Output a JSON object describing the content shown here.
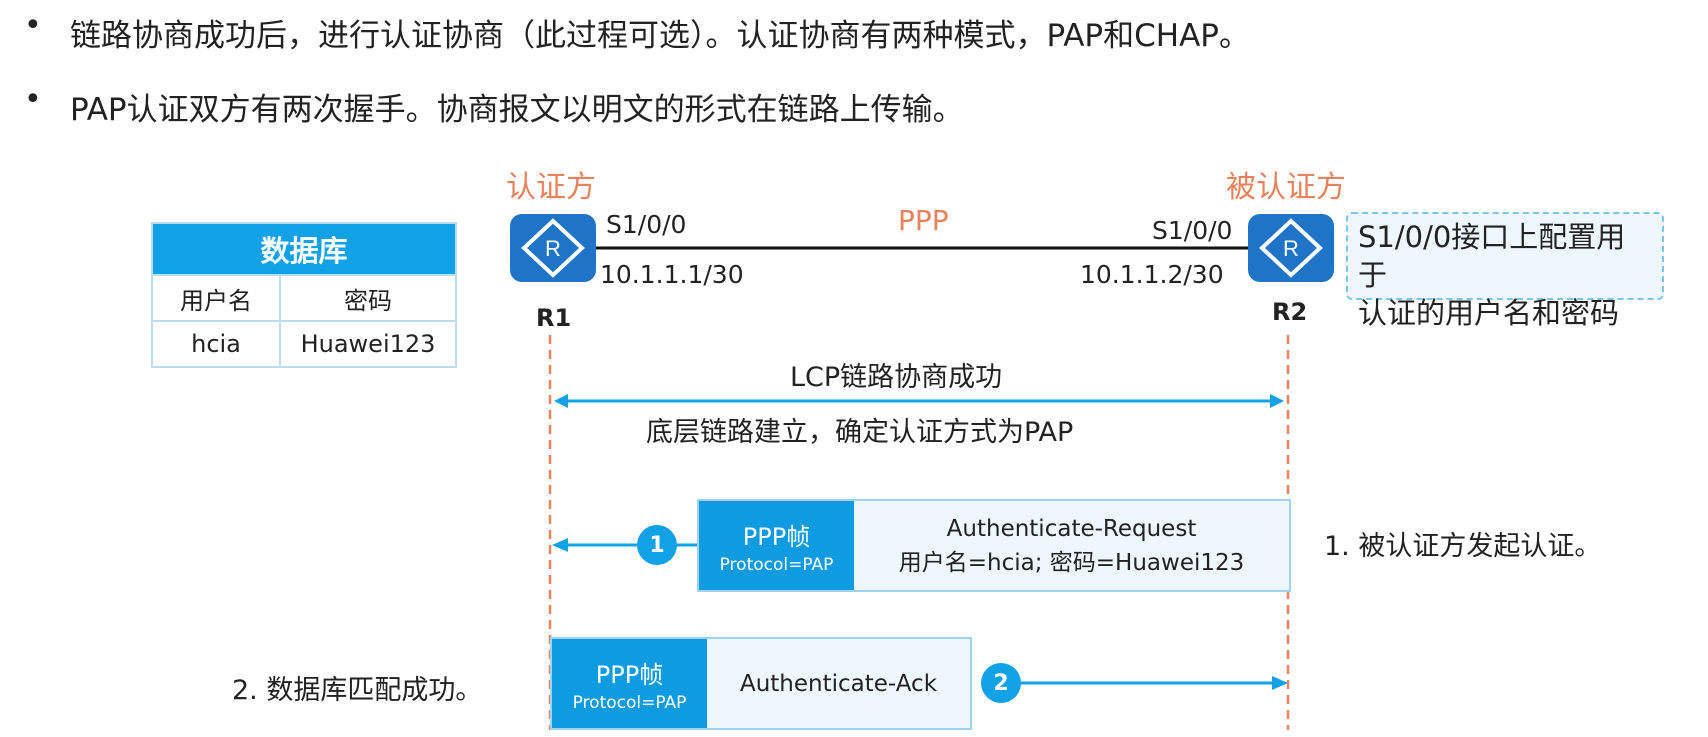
{
  "bullets": [
    {
      "marker": "•",
      "text": "链路协商成功后，进行认证协商（此过程可选）。认证协商有两种模式，PAP和CHAP。"
    },
    {
      "marker": "•",
      "text": "PAP认证双方有两次握手。协商报文以明文的形式在链路上传输。"
    }
  ],
  "authenticator": {
    "role": "认证方",
    "router": "R1",
    "interface": "S1/0/0",
    "ip": "10.1.1.1/30"
  },
  "authenticatee": {
    "role": "被认证方",
    "router": "R2",
    "interface": "S1/0/0",
    "ip": "10.1.1.2/30"
  },
  "router_symbol": "R",
  "link_label": "PPP",
  "note": {
    "line1": "S1/0/0接口上配置用于",
    "line2": "认证的用户名和密码"
  },
  "database": {
    "title": "数据库",
    "headers": [
      "用户名",
      "密码"
    ],
    "row": [
      "hcia",
      "Huawei123"
    ]
  },
  "lcp": {
    "line1": "LCP链路协商成功",
    "line2": "底层链路建立，确定认证方式为PAP"
  },
  "frame1": {
    "tag": "PPP帧",
    "protocol": "Protocol=PAP",
    "line1": "Authenticate-Request",
    "line2": "用户名=hcia; 密码=Huawei123",
    "step_no": "1",
    "step_text": "1. 被认证方发起认证。"
  },
  "frame2": {
    "tag": "PPP帧",
    "protocol": "Protocol=PAP",
    "line1": "Authenticate-Ack",
    "step_no": "2",
    "step_text": "2. 数据库匹配成功。"
  },
  "colors": {
    "accent_blue": "#10a1e6",
    "router_blue": "#1f74c8",
    "role_orange": "#e8825d",
    "lifeline_orange": "#e8825d"
  }
}
